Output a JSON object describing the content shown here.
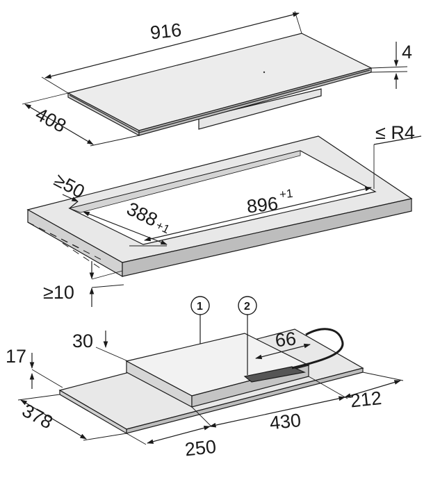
{
  "hob": {
    "width": "916",
    "depth": "408",
    "glass_thickness": "4"
  },
  "cutout": {
    "min_margin": "≥50",
    "corner_radius": "≤ R4",
    "length": "896",
    "length_tol": "+1",
    "depth": "388",
    "depth_tol": "+1",
    "min_worktop": "≥10"
  },
  "underside": {
    "callout_1": "1",
    "callout_2": "2",
    "housing_height": "30",
    "total_height": "17",
    "connection_offset": "66",
    "depth": "378",
    "front_offset": "250",
    "housing_length": "430",
    "rear_offset": "212"
  }
}
